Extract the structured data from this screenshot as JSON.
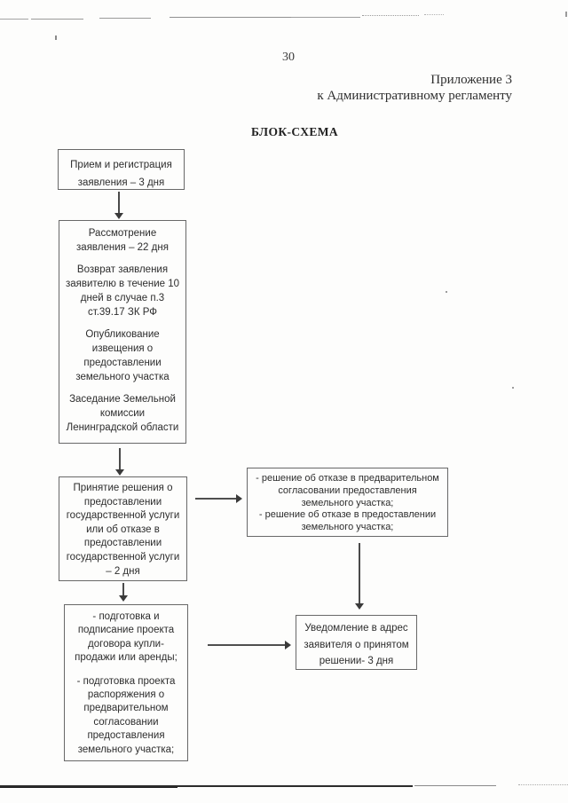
{
  "page": {
    "number": "30",
    "appendix": [
      "Приложение 3",
      "к Административному регламенту"
    ],
    "title": "БЛОК-СХЕМА"
  },
  "flowchart": {
    "intake": {
      "lines": [
        "Прием и регистрация",
        "заявления – 3 дня"
      ]
    },
    "review": {
      "paragraphs": [
        [
          "Рассмотрение",
          "заявления – 22 дня"
        ],
        [
          "Возврат заявления",
          "заявителю в течение 10",
          "дней в случае п.3",
          "ст.39.17 ЗК РФ"
        ],
        [
          "Опубликование",
          "извещения о",
          "предоставлении",
          "земельного участка"
        ],
        [
          "Заседание Земельной",
          "комиссии",
          "Ленинградской области"
        ]
      ]
    },
    "decision": {
      "lines": [
        "Принятие решения о",
        "предоставлении",
        "государственной услуги",
        "или об отказе в",
        "предоставлении",
        "государственной услуги",
        "– 2 дня"
      ]
    },
    "refusal": {
      "lines": [
        "- решение об отказе в предварительном",
        "согласовании предоставления",
        "земельного участка;",
        "- решение об отказе в предоставлении",
        "земельного участка;"
      ]
    },
    "contract": {
      "paragraphs": [
        [
          "- подготовка и",
          "подписание проекта",
          "договора купли-",
          "продажи или аренды;"
        ],
        [
          "- подготовка проекта",
          "распоряжения о",
          "предварительном",
          "согласовании",
          "предоставления",
          "земельного участка;"
        ]
      ]
    },
    "notification": {
      "lines": [
        "Уведомление в адрес",
        "заявителя о принятом",
        "решении- 3 дня"
      ]
    }
  },
  "colors": {
    "ink": "#2e2e2e",
    "box_border": "#686868",
    "arrow": "#3a3a3a",
    "scan_line_top": "#9c9c9c",
    "scan_line_bottom": "#2c2c2c"
  }
}
